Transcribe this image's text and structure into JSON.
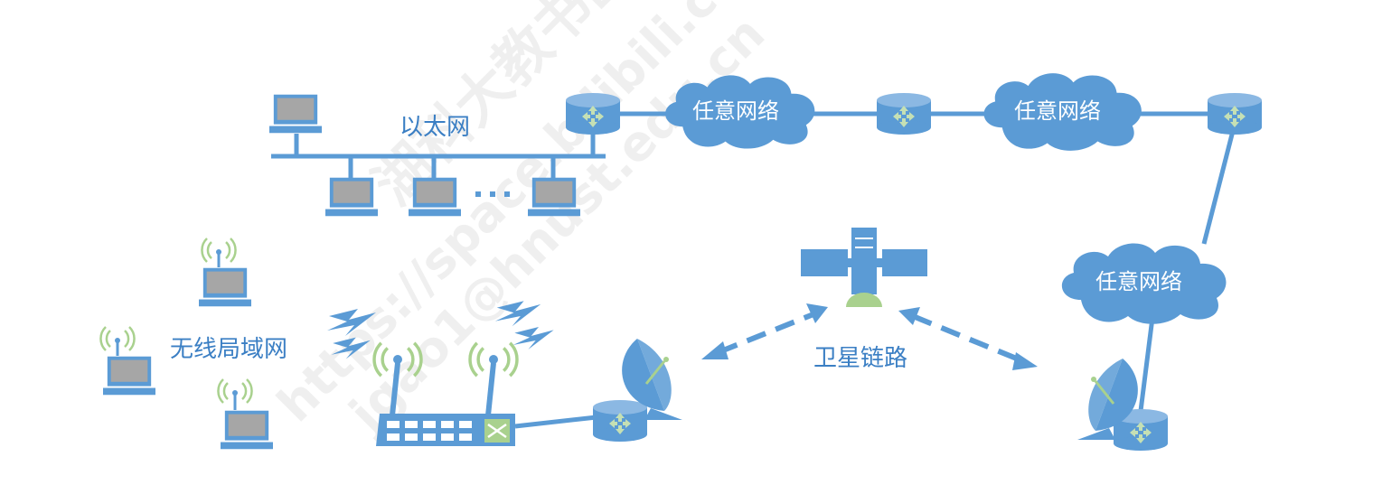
{
  "labels": {
    "ethernet": "以太网",
    "wlan": "无线局域网",
    "satellite_link": "卫星链路",
    "ellipsis": "…"
  },
  "clouds": [
    {
      "label": "任意网络"
    },
    {
      "label": "任意网络"
    },
    {
      "label": "任意网络"
    }
  ],
  "watermark": {
    "lines": [
      "湖科大教书匠",
      "https://space.bilibili.com",
      "jgao1@hnust.edu.cn"
    ]
  },
  "colors": {
    "device_blue": "#5b9bd5",
    "label_blue": "#3b7fc4",
    "cloud_fill": "#5b9bd5",
    "screen_gray": "#a6a6a6",
    "wifi_green": "#a9d18e",
    "arrow_green": "#c5e0b4"
  },
  "icons": [
    "laptop-icon",
    "router-icon",
    "cloud-icon",
    "satellite-icon",
    "satellite-dish-icon",
    "wireless-access-point-icon",
    "wifi-icon",
    "lightning-icon"
  ]
}
